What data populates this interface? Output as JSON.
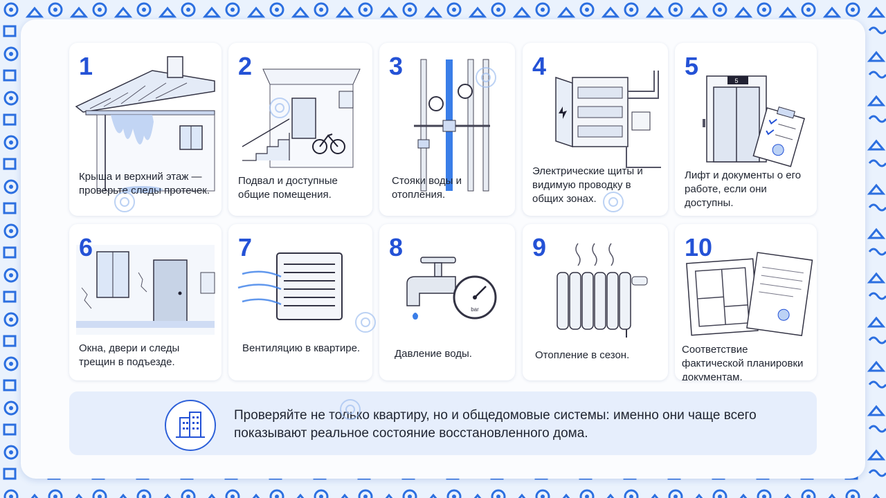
{
  "cards": [
    {
      "number": "1",
      "caption": "Крыша и верхний этаж — проверьте следы протечек.",
      "icon": "roof-icon"
    },
    {
      "number": "2",
      "caption": "Подвал и доступные общие помещения.",
      "icon": "stairs-icon"
    },
    {
      "number": "3",
      "caption": "Стояки воды и отопления.",
      "icon": "pipes-icon"
    },
    {
      "number": "4",
      "caption": "Электрические щиты и видимую проводку в общих зонах.",
      "icon": "electrical-panel-icon"
    },
    {
      "number": "5",
      "caption": "Лифт и документы о его работе, если они доступны.",
      "icon": "elevator-icon"
    },
    {
      "number": "6",
      "caption": "Окна, двери и следы трещин в подъезде.",
      "icon": "door-window-icon"
    },
    {
      "number": "7",
      "caption": "Вентиляцию в квартире.",
      "icon": "ventilation-icon"
    },
    {
      "number": "8",
      "caption": "Давление воды.",
      "icon": "water-pressure-icon"
    },
    {
      "number": "9",
      "caption": "Отопление в сезон.",
      "icon": "radiator-icon"
    },
    {
      "number": "10",
      "caption": "Соответствие фактической планировки документам.",
      "icon": "floor-plan-icon"
    }
  ],
  "gauge_unit": "bar",
  "elevator_floor": "5",
  "tip": {
    "text": "Проверяйте не только квартиру, но и общедомовые системы: именно они чаще всего показывают реальное состояние восстановленного дома.",
    "icon": "building-icon"
  },
  "colors": {
    "accent": "#2452d6",
    "card_bg": "#ffffff",
    "tip_bg": "#e6eefc",
    "pattern": "#2c6fe0"
  }
}
